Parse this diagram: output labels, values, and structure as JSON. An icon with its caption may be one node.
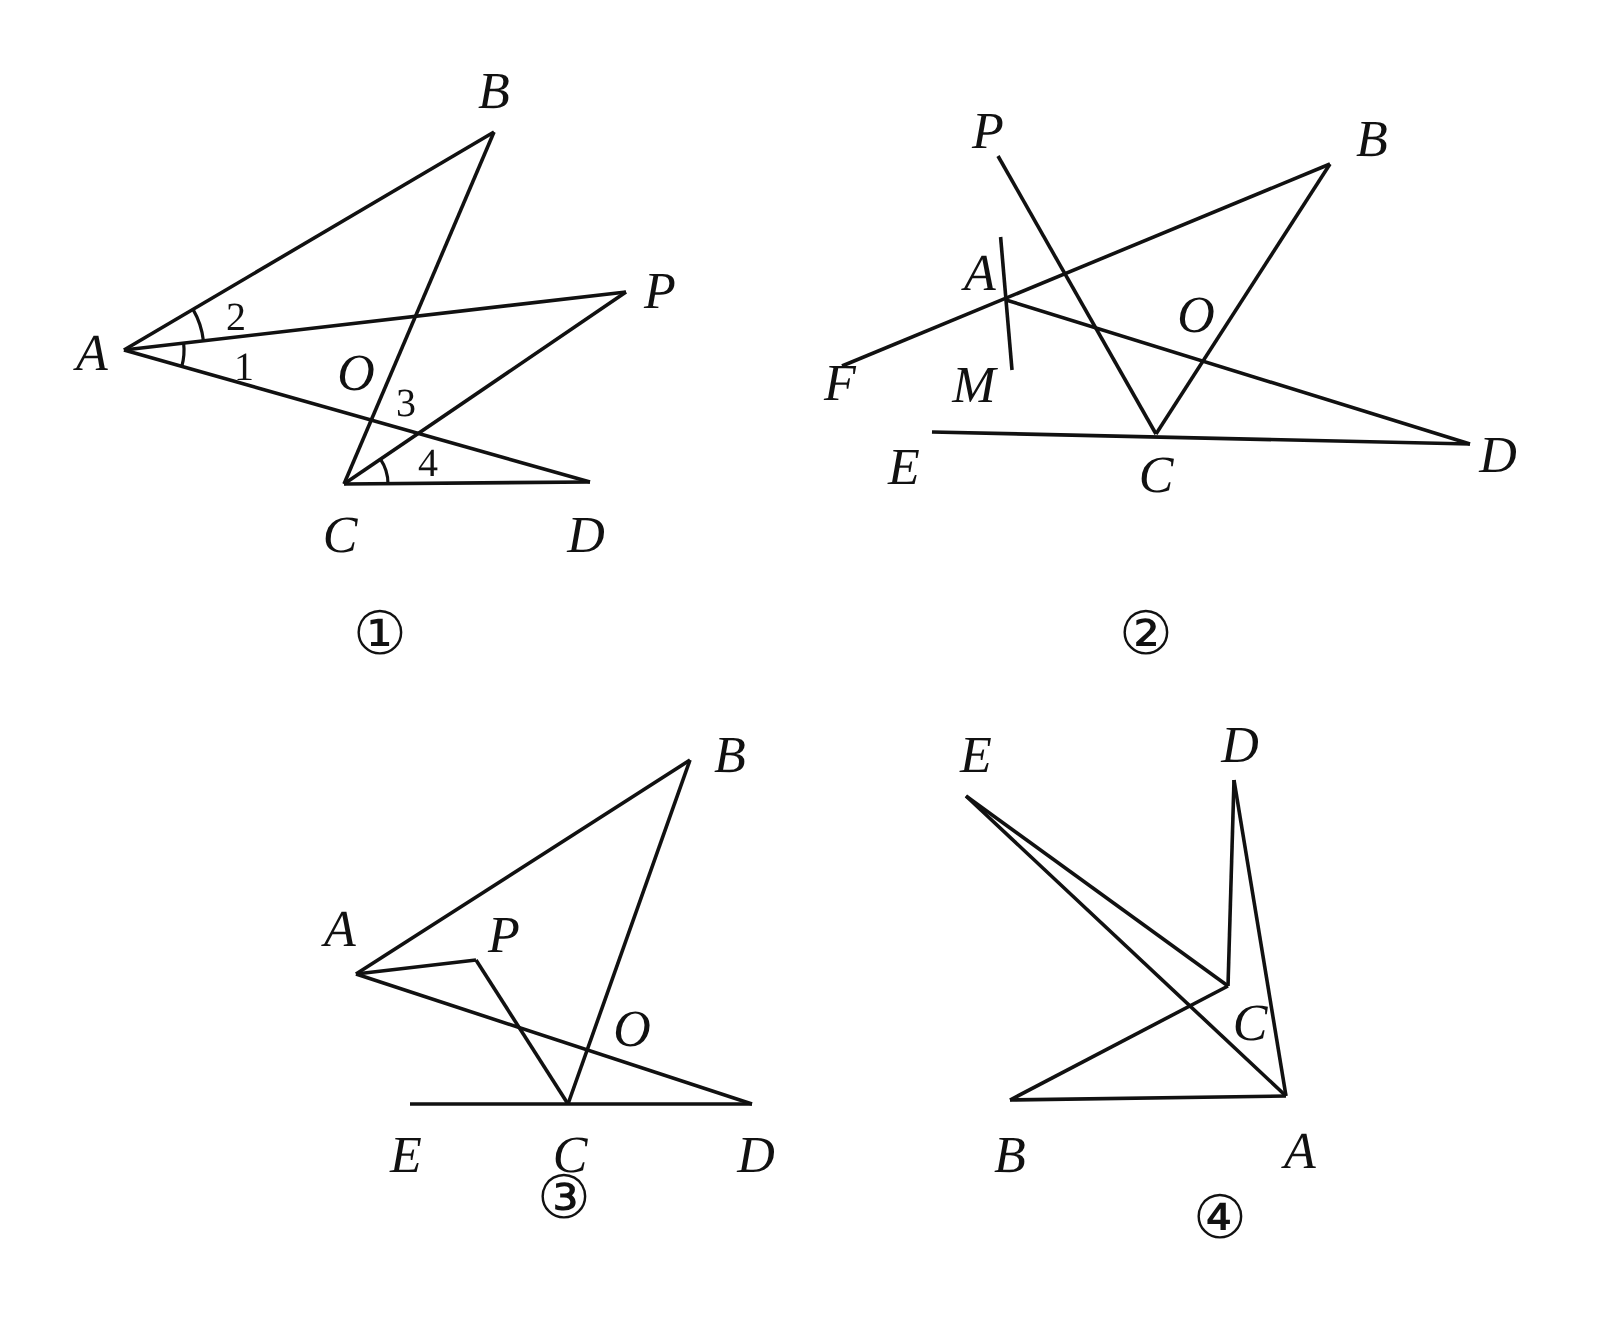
{
  "diagram": {
    "nodes": [
      {
        "text": [
          "A"
        ]
      },
      {
        "text": [
          "B"
        ]
      },
      {
        "text": [
          "P"
        ]
      },
      {
        "text": [
          "O"
        ]
      },
      {
        "text": [
          "C"
        ]
      },
      {
        "text": [
          "D"
        ]
      },
      {
        "text": [
          "P"
        ]
      },
      {
        "text": [
          "B"
        ]
      },
      {
        "text": [
          "A"
        ]
      },
      {
        "text": [
          "F"
        ]
      },
      {
        "text": [
          "O"
        ]
      },
      {
        "text": [
          "M"
        ]
      },
      {
        "text": [
          "E"
        ]
      },
      {
        "text": [
          "C"
        ]
      },
      {
        "text": [
          "D"
        ]
      },
      {
        "text": [
          "B"
        ]
      },
      {
        "text": [
          "A"
        ]
      },
      {
        "text": [
          "P"
        ]
      },
      {
        "text": [
          "O"
        ]
      },
      {
        "text": [
          "E"
        ]
      },
      {
        "text": [
          "C"
        ]
      },
      {
        "text": [
          "D"
        ]
      },
      {
        "text": [
          "E"
        ]
      },
      {
        "text": [
          "D"
        ]
      },
      {
        "text": [
          "C"
        ]
      },
      {
        "text": [
          "B"
        ]
      },
      {
        "text": [
          "A"
        ]
      }
    ],
    "edges": [
      {
        "from": 0,
        "to": 1,
        "arrow": "none"
      },
      {
        "from": 1,
        "to": 4,
        "arrow": "none"
      },
      {
        "from": 0,
        "to": 2,
        "arrow": "none"
      },
      {
        "from": 2,
        "to": 4,
        "arrow": "none"
      },
      {
        "from": 0,
        "to": 5,
        "arrow": "none"
      },
      {
        "from": 4,
        "to": 5,
        "arrow": "none"
      },
      {
        "from": 9,
        "to": 7,
        "arrow": "none"
      },
      {
        "from": 8,
        "to": 11,
        "arrow": "none"
      },
      {
        "from": 6,
        "to": 13,
        "arrow": "none"
      },
      {
        "from": 7,
        "to": 13,
        "arrow": "none"
      },
      {
        "from": 8,
        "to": 14,
        "arrow": "none"
      },
      {
        "from": 12,
        "to": 14,
        "arrow": "none"
      },
      {
        "from": 16,
        "to": 15,
        "arrow": "none"
      },
      {
        "from": 15,
        "to": 20,
        "arrow": "none"
      },
      {
        "from": 16,
        "to": 17,
        "arrow": "none"
      },
      {
        "from": 17,
        "to": 20,
        "arrow": "none"
      },
      {
        "from": 16,
        "to": 21,
        "arrow": "none"
      },
      {
        "from": 19,
        "to": 21,
        "arrow": "none"
      },
      {
        "from": 22,
        "to": 24,
        "arrow": "none"
      },
      {
        "from": 22,
        "to": 26,
        "arrow": "none"
      },
      {
        "from": 23,
        "to": 24,
        "arrow": "none"
      },
      {
        "from": 23,
        "to": 26,
        "arrow": "none"
      },
      {
        "from": 25,
        "to": 24,
        "arrow": "none"
      },
      {
        "from": 25,
        "to": 26,
        "arrow": "none"
      }
    ],
    "labels": [
      "2",
      "1",
      "3",
      "4",
      "①",
      "②",
      "③",
      "④"
    ]
  }
}
